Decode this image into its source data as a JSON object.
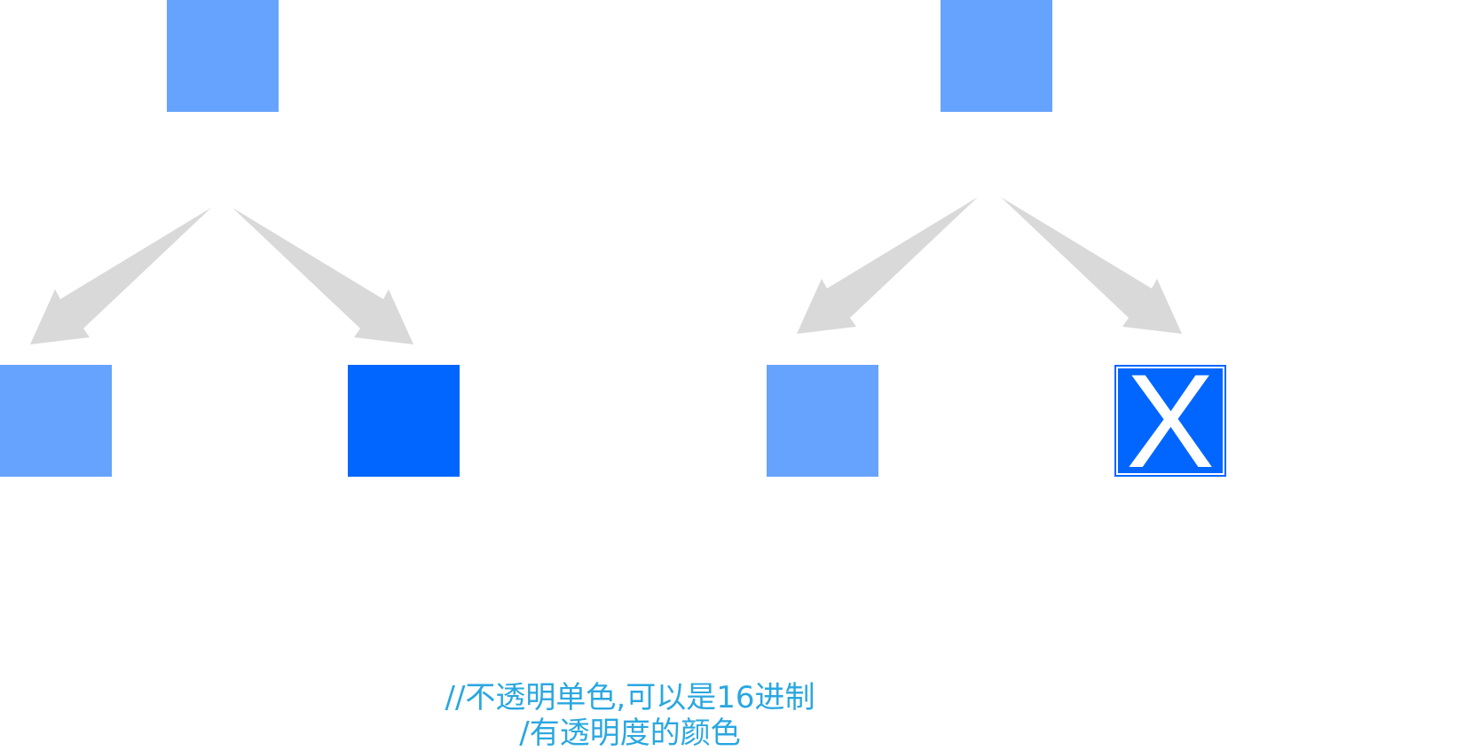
{
  "colors": {
    "light_blue": "#66A3FF",
    "blue": "#0066FF",
    "arrow_gray": "#D9D9D9",
    "caption": "#2AA7E0"
  },
  "icons": {
    "invalid_mark": "X"
  },
  "captions": {
    "line1": "//不透明单色,可以是16进制",
    "line2": "/有透明度的颜色"
  }
}
